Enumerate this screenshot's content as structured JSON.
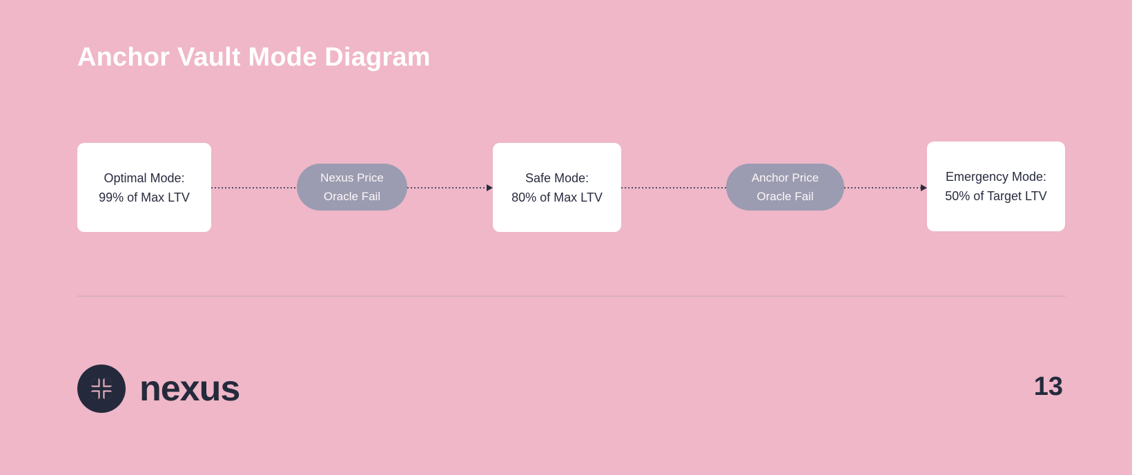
{
  "slide": {
    "title": "Anchor Vault Mode Diagram",
    "page_number": "13"
  },
  "diagram": {
    "nodes": [
      {
        "id": "optimal-mode",
        "type": "state",
        "line1": "Optimal Mode:",
        "line2": "99% of Max LTV"
      },
      {
        "id": "nexus-oracle-fail",
        "type": "event",
        "line1": "Nexus Price",
        "line2": "Oracle Fail"
      },
      {
        "id": "safe-mode",
        "type": "state",
        "line1": "Safe Mode:",
        "line2": "80% of Max LTV"
      },
      {
        "id": "anchor-oracle-fail",
        "type": "event",
        "line1": "Anchor Price",
        "line2": "Oracle Fail"
      },
      {
        "id": "emergency-mode",
        "type": "state",
        "line1": "Emergency Mode:",
        "line2": "50% of Target LTV"
      }
    ],
    "connectors": [
      {
        "from": "optimal-mode",
        "to": "nexus-oracle-fail",
        "style": "dotted",
        "arrow": false
      },
      {
        "from": "nexus-oracle-fail",
        "to": "safe-mode",
        "style": "dotted",
        "arrow": true
      },
      {
        "from": "safe-mode",
        "to": "anchor-oracle-fail",
        "style": "dotted",
        "arrow": false
      },
      {
        "from": "anchor-oracle-fail",
        "to": "emergency-mode",
        "style": "dotted",
        "arrow": true
      }
    ]
  },
  "footer": {
    "brand": "nexus",
    "logo_icon": "nexus-x-icon"
  },
  "colors": {
    "background": "#efb7c8",
    "state_box": "#ffffff",
    "event_pill": "#9b9cb1",
    "text_dark": "#272b3e",
    "text_light": "#ffffff",
    "divider": "#ddaebe",
    "connector": "#4b4c5d",
    "logo_navy": "#242a3b"
  }
}
